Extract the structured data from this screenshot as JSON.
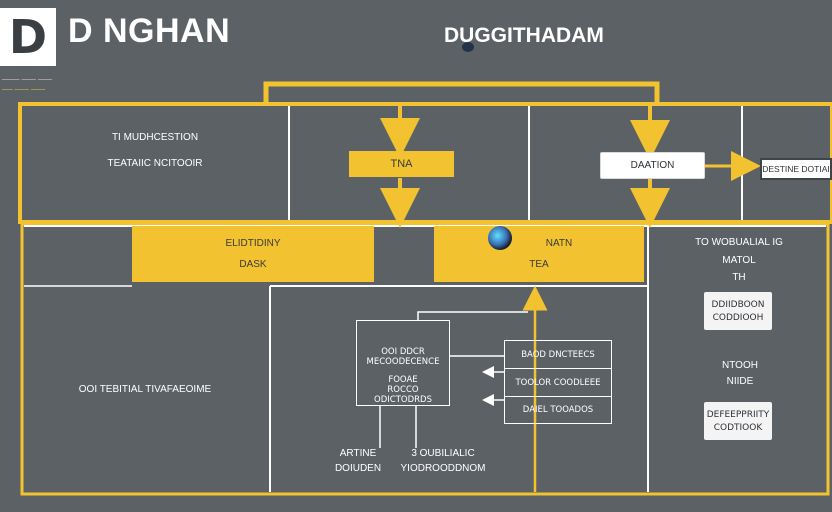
{
  "header": {
    "logo_letter": "D",
    "brand_title": "D NGHAN",
    "brand_sub_line1": "_____ ____ ____",
    "brand_sub_line2": "___ ____ ____",
    "diagram_title": "DUGGITHADAM"
  },
  "top_row": {
    "left_line1": "TI MUDHCESTION",
    "left_line2": "TEATAIIC NCITOOIR",
    "center_box": "TNA",
    "right_box": "DAATION",
    "far_right_box": "DESTINE DOTIAI"
  },
  "middle": {
    "left_yellow_line1": "ELIDTIDINY",
    "left_yellow_line2": "DASK",
    "center_yellow_line1": "NATN",
    "center_yellow_line2": "TEA",
    "right_panel_line1": "TO  WOBUALIAL IG",
    "right_panel_line2": "MATOL",
    "right_panel_line3": "TH"
  },
  "bottom": {
    "left_text": "OOI TEBITIAL TIVAFAEOIME",
    "stack_box_lines": [
      "OOI  DDCR",
      "MECOODECENCE",
      "FOOAE",
      "ROCCO",
      "ODICTODRDS"
    ],
    "list_items": [
      "BAOD  DNCTEECS",
      "TOOLOR COODLEEE",
      "DAIEL  TOOADOS"
    ],
    "caption_left_line1": "ARTINE",
    "caption_left_line2": "DOIUDEN",
    "caption_right_line1": "3  OUBILIALIC",
    "caption_right_line2": "YIODROODDNOM",
    "right_chip1_line1": "DDIIDBOON",
    "right_chip1_line2": "CODDIOOH",
    "right_mid_line1": "NTOOH",
    "right_mid_line2": "NIIDE",
    "right_chip2_line1": "DEFEEPPRIITY",
    "right_chip2_line2": "CODTIOOK"
  },
  "colors": {
    "background": "#5c6166",
    "accent_yellow": "#f2c230",
    "grid_line": "#ffffff"
  }
}
